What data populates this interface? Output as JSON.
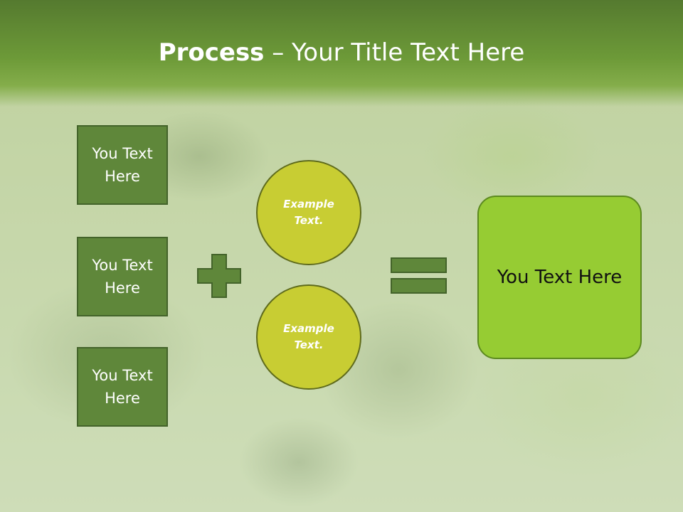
{
  "slide": {
    "title_bold": "Process",
    "title_rest": " – Your Title Text Here"
  },
  "inputs": [
    {
      "label": "You Text Here"
    },
    {
      "label": "You Text Here"
    },
    {
      "label": "You Text Here"
    }
  ],
  "circles": [
    {
      "label": "Example Text."
    },
    {
      "label": "Example Text."
    }
  ],
  "result": {
    "label": "You Text Here"
  },
  "colors": {
    "header": "#6d9a38",
    "box_fill": "#5f873a",
    "circle_fill": "#c8cd33",
    "result_fill": "#96cc33",
    "operator_fill": "#5f873a"
  },
  "icons": {
    "plus": "plus-icon",
    "equals": "equals-icon"
  }
}
